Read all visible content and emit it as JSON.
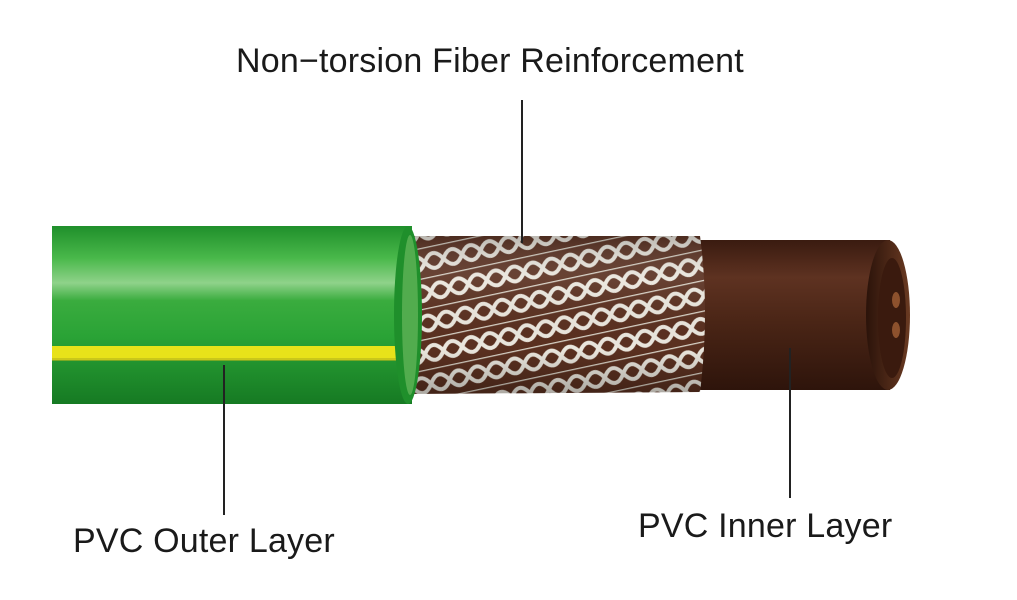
{
  "labels": {
    "fiber": "Non−torsion Fiber Reinforcement",
    "outer": "PVC Outer Layer",
    "inner": "PVC Inner Layer"
  },
  "colors": {
    "outer_green": "#2aa336",
    "stripe_yellow": "#e8e21a",
    "inner_brown": "#4a2516",
    "mesh": "#eae6dd",
    "leader_line": "#222222"
  }
}
